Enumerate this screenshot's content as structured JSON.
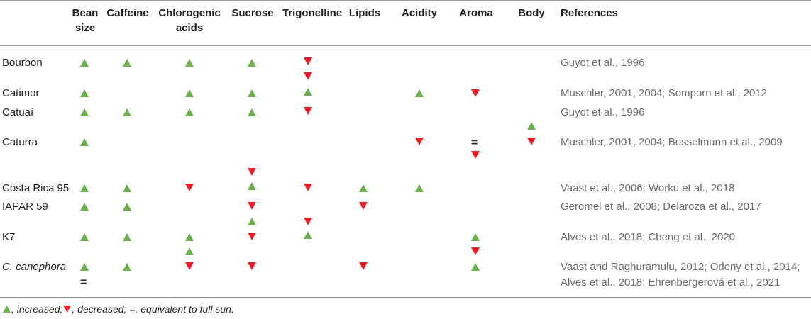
{
  "headers": {
    "bean_size": [
      "Bean",
      "size"
    ],
    "caffeine": "Caffeine",
    "chlorogenic_acids": [
      "Chlorogenic",
      "acids"
    ],
    "sucrose": "Sucrose",
    "trigonelline": "Trigonelline",
    "lipids": "Lipids",
    "acidity": "Acidity",
    "aroma": "Aroma",
    "body": "Body",
    "references": "References"
  },
  "rows": [
    {
      "name": "Bourbon",
      "reference_lines": [
        "Guyot et al., 1996"
      ]
    },
    {
      "name": "Catimor",
      "reference_lines": [
        "Muschler, 2001, 2004; Somporn et al., 2012"
      ]
    },
    {
      "name": "Catuaí",
      "reference_lines": [
        "Guyot et al., 1996"
      ]
    },
    {
      "name": "Caturra",
      "reference_lines": [
        "Muschler, 2001, 2004; Bosselmann et al., 2009"
      ]
    },
    {
      "name": "Costa Rica 95",
      "reference_lines": [
        "Vaast et al., 2006; Worku et al., 2018"
      ]
    },
    {
      "name": "IAPAR 59",
      "reference_lines": [
        "Geromel et al., 2008; Delaroza et al., 2017"
      ]
    },
    {
      "name": "K7",
      "reference_lines": [
        "Alves et al., 2018; Cheng et al., 2020"
      ]
    },
    {
      "name": "C. canephora",
      "reference_lines": [
        "Vaast and Raghuramulu, 2012; Odeny et al., 2014;",
        "Alves et al., 2018; Ehrenbergerová et al., 2021"
      ]
    }
  ],
  "symbols": {
    "increased": "up-triangle",
    "decreased": "down-triangle",
    "equivalent": "="
  },
  "colors": {
    "increased": "#6ab04c",
    "decreased": "#ee1c25",
    "text": "#231f20",
    "reference_text": "#6a6a6a",
    "rule": "#9a9a9a"
  },
  "footnote": {
    "increased_text": ", increased; ",
    "decreased_text": ", decreased; =, equivalent to full sun."
  }
}
